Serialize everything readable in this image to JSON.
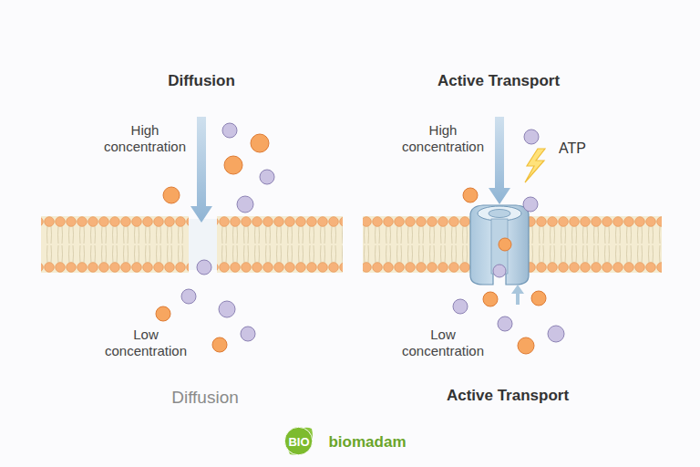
{
  "diagram": {
    "nodes": [
      {
        "text": [
          "BIO"
        ]
      }
    ],
    "labels": [
      "Diffusion",
      "Active Transport",
      "High concentration",
      "Low concentration",
      "High concentration",
      "ATP",
      "Low concentration",
      "Diffusion",
      "Active Transport",
      "biomadam"
    ]
  }
}
